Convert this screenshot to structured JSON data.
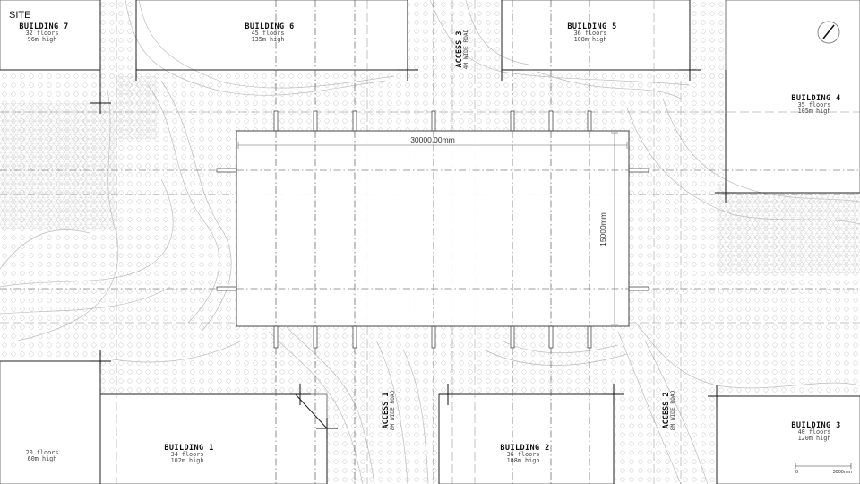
{
  "title": "SITE",
  "buildings": [
    {
      "name": "BUILDING 7",
      "floors": "32 floors",
      "height": "96m high"
    },
    {
      "name": "BUILDING 6",
      "floors": "45 floors",
      "height": "135m high"
    },
    {
      "name": "BUILDING 5",
      "floors": "36 floors",
      "height": "108m high"
    },
    {
      "name": "BUILDING 4",
      "floors": "35 floors",
      "height": "105m high"
    },
    {
      "name": "BUILDING 3",
      "floors": "40 floors",
      "height": "120m high"
    },
    {
      "name": "BUILDING 2",
      "floors": "36 floors",
      "height": "108m high"
    },
    {
      "name": "BUILDING 1",
      "floors": "34 floors",
      "height": "102m high"
    }
  ],
  "unnamed_building": {
    "floors": "20 floors",
    "height": "60m high"
  },
  "accesses": [
    {
      "name": "ACCESS 3",
      "road": "4M WIDE ROAD"
    },
    {
      "name": "ACCESS 1",
      "road": "8M WIDE ROAD"
    },
    {
      "name": "ACCESS 2",
      "road": "8M WIDE ROAD"
    }
  ],
  "dimensions": {
    "width": "30000.00mm",
    "height": "15000mm"
  },
  "scale_bar": {
    "start": "0",
    "end": "3000mm"
  },
  "icons": {
    "north": "north-arrow-icon"
  }
}
